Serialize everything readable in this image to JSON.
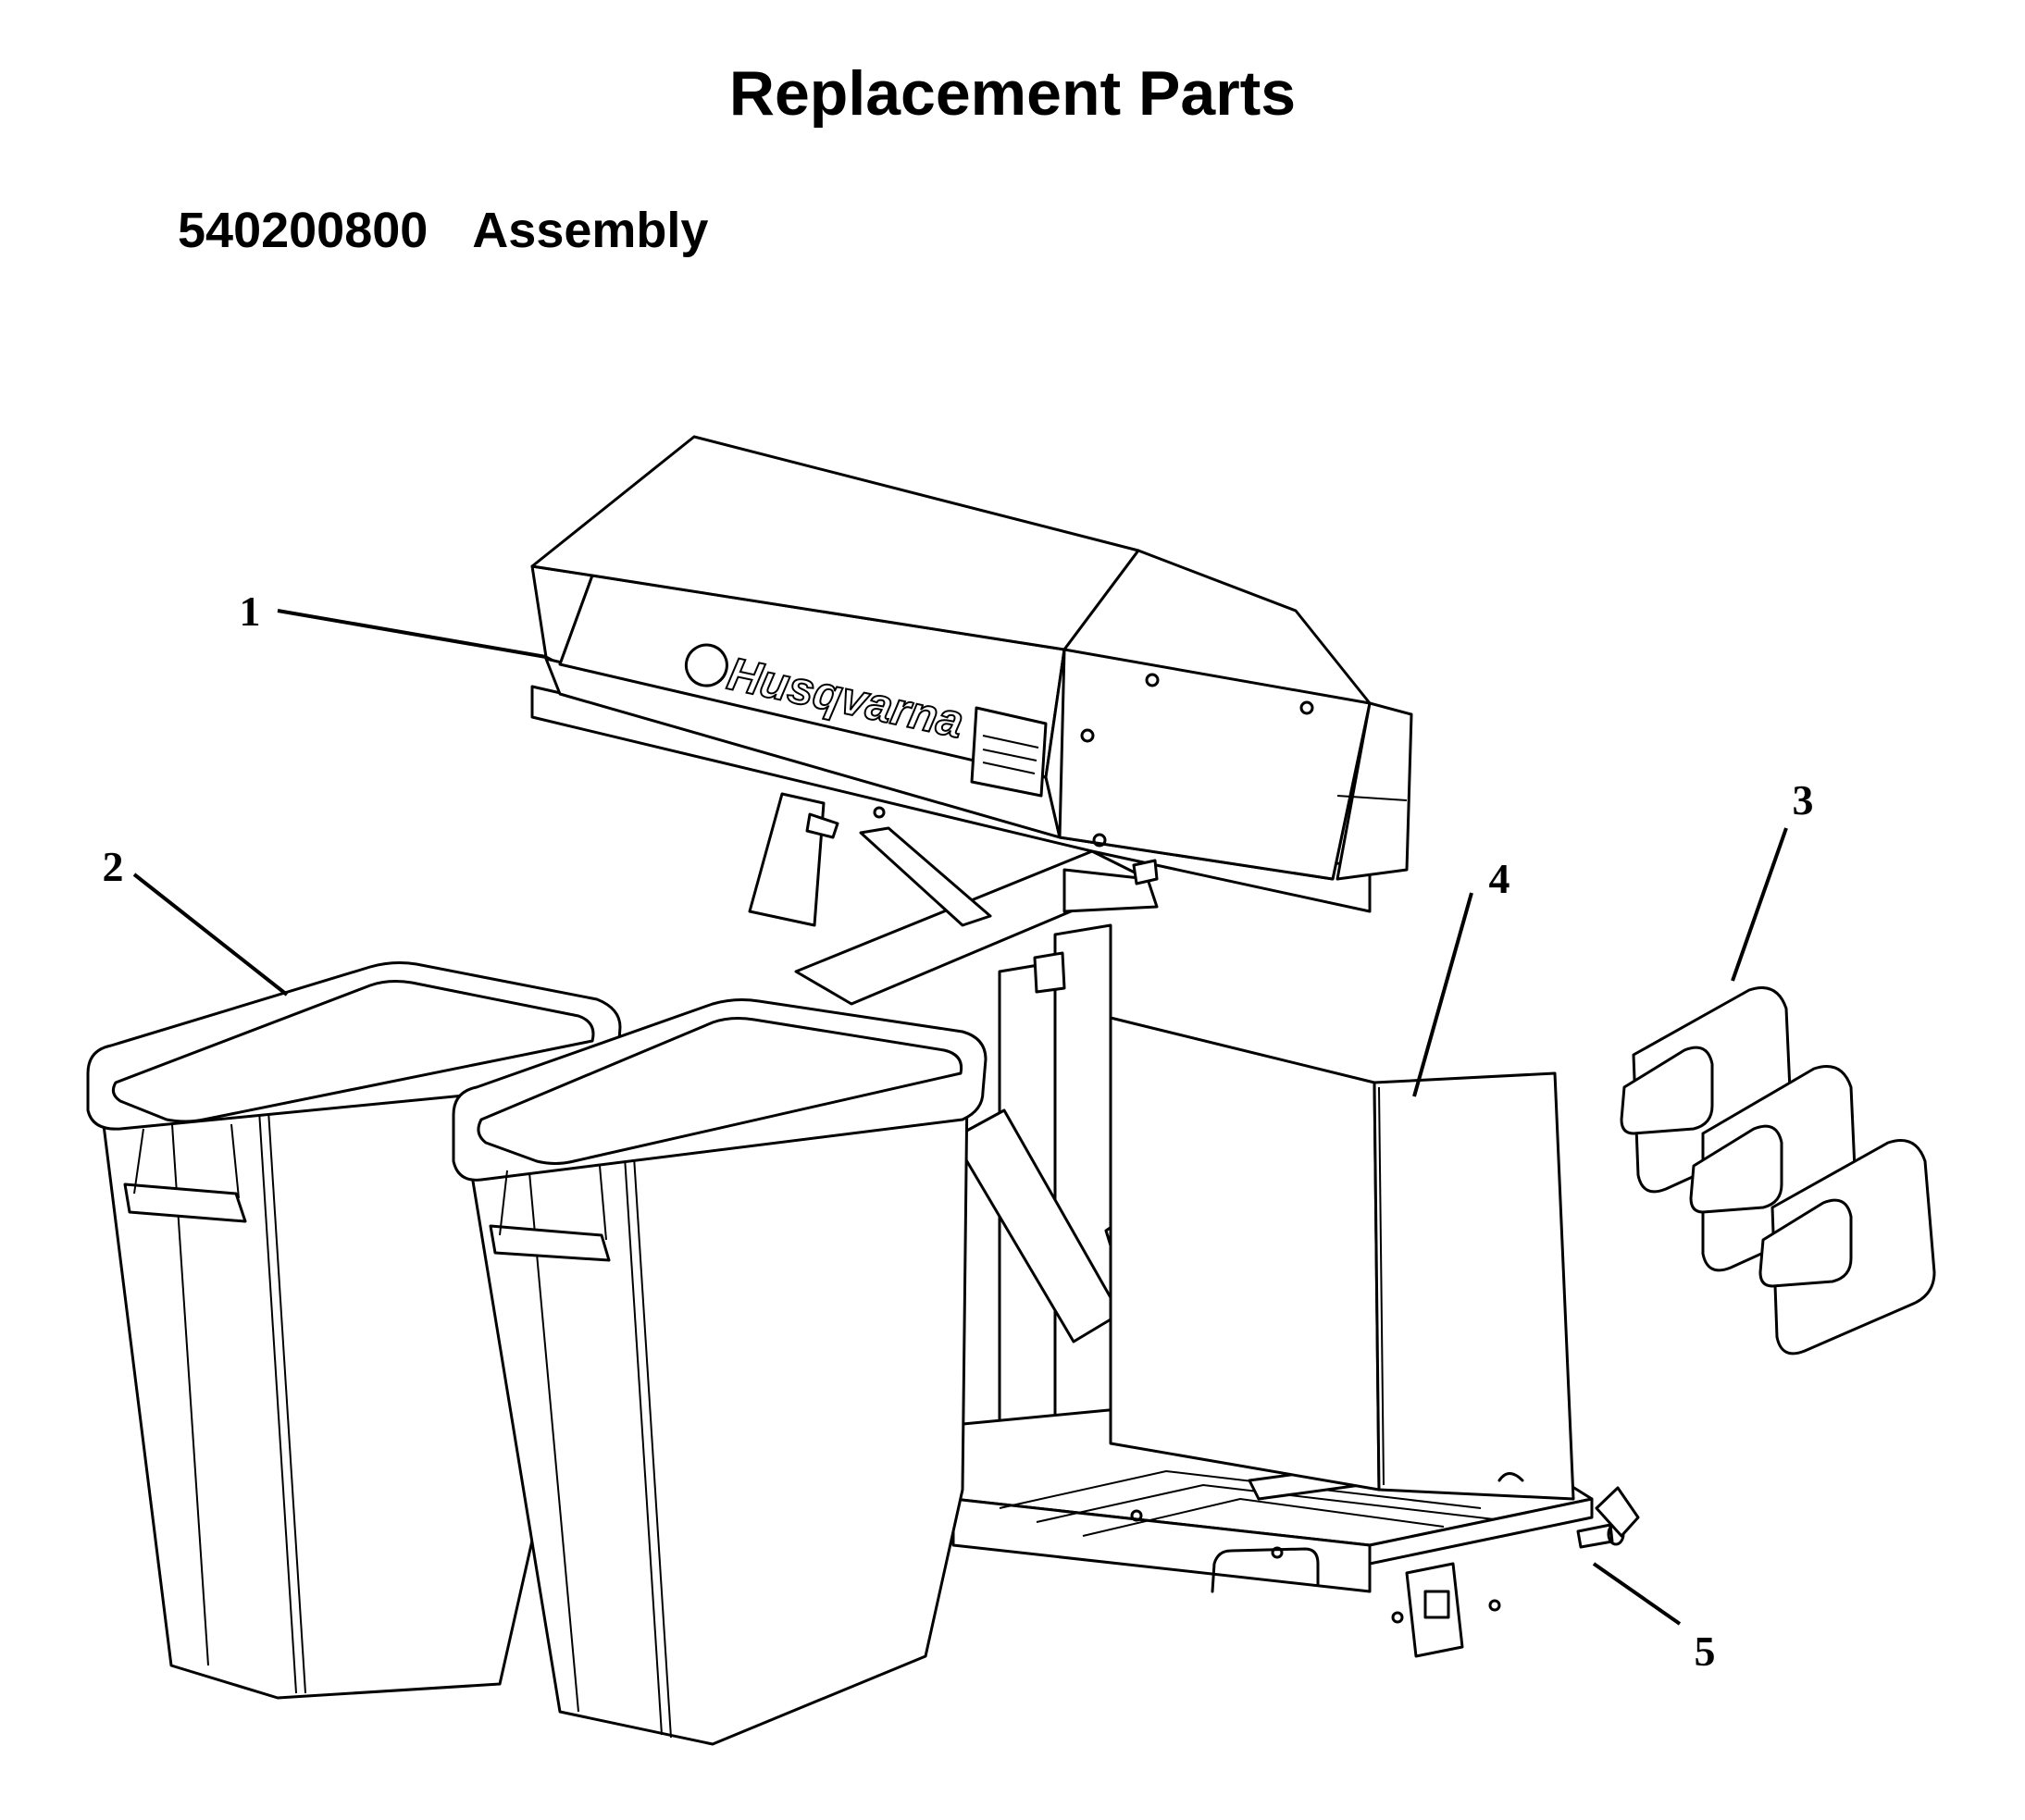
{
  "header": {
    "title": "Replacement Parts",
    "assembly_number": "540200800",
    "assembly_label": "Assembly"
  },
  "callouts": [
    "1",
    "2",
    "3",
    "4",
    "5"
  ],
  "brand": {
    "logo_text": "Husqvarna"
  },
  "colors": {
    "ink": "#000000",
    "paper": "#ffffff"
  }
}
